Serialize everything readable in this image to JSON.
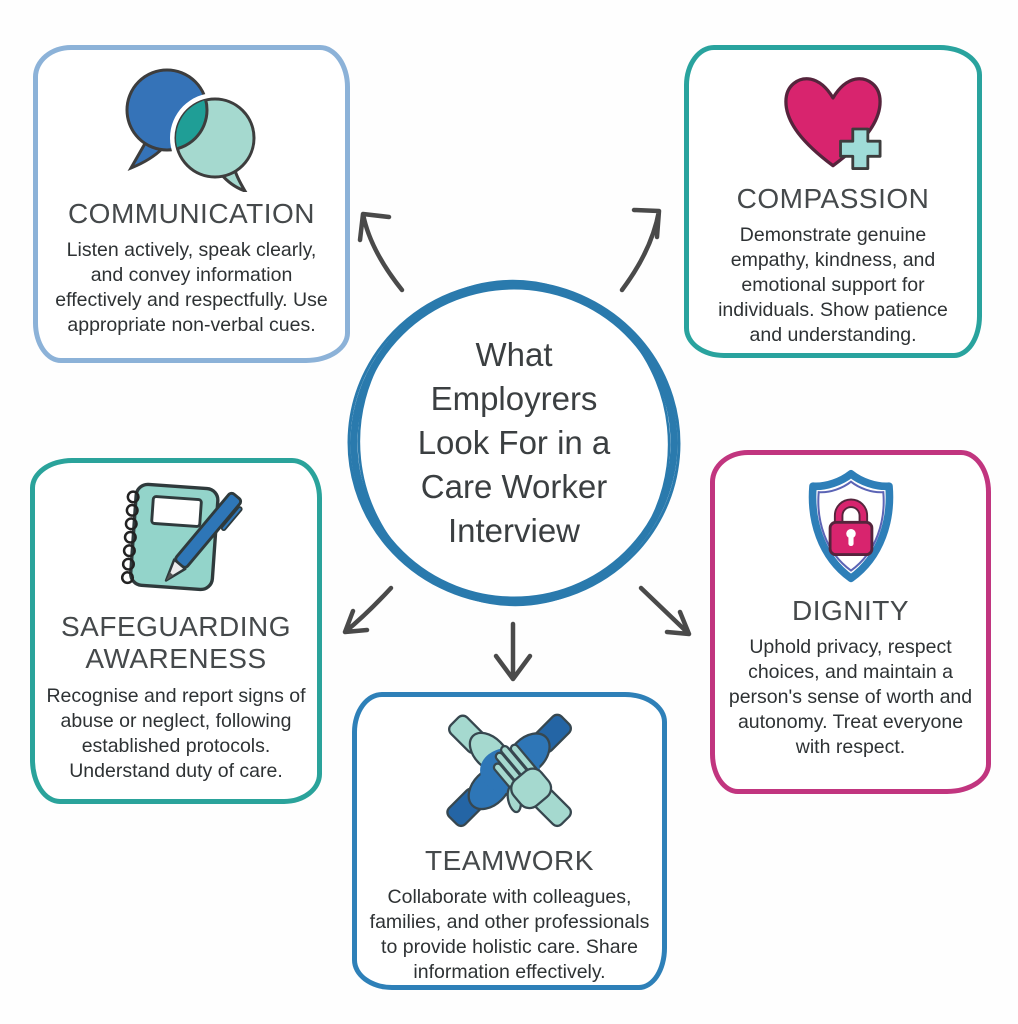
{
  "page": {
    "title": "What Employrers Look For in a Care Worker Interview"
  },
  "center": {
    "title_lines": [
      "What",
      "Employrers",
      "Look For in a",
      "Care Worker",
      "Interview"
    ],
    "ring_color": "#2a7aad"
  },
  "cards": {
    "communication": {
      "heading": "COMMUNICATION",
      "body": "Listen actively, speak clearly, and convey information effectively and respectfully. Use appropriate non-verbal cues.",
      "border_color": "#8cb2d8",
      "icon": "speech-bubbles-icon"
    },
    "compassion": {
      "heading": "COMPASSION",
      "body": "Demonstrate genuine empathy, kindness, and emotional support for individuals. Show patience and understanding.",
      "border_color": "#29a39e",
      "icon": "heart-plus-icon"
    },
    "safeguarding": {
      "heading": "SAFEGUARDING AWARENESS",
      "body": "Recognise and report signs of abuse or neglect, following established protocols. Understand duty of care.",
      "border_color": "#2aa39b",
      "icon": "notebook-pen-icon"
    },
    "dignity": {
      "heading": "DIGNITY",
      "body": "Uphold privacy, respect choices, and maintain a person's sense of worth and autonomy. Treat everyone with respect.",
      "border_color": "#c1357f",
      "icon": "shield-lock-icon"
    },
    "teamwork": {
      "heading": "TEAMWORK",
      "body": "Collaborate with colleagues, families, and other professionals to provide holistic care. Share information effectively.",
      "border_color": "#2e80b8",
      "icon": "hands-together-icon"
    }
  },
  "palette": {
    "blue": "#2e76b7",
    "dark_blue": "#2465a5",
    "teal": "#1f9e96",
    "teal_light": "#a5d9cf",
    "pink": "#d8246e",
    "ring_blue": "#2a7aad",
    "heading_text": "#45494b",
    "body_text": "#2e3234",
    "arrow": "#4a4a4a"
  }
}
